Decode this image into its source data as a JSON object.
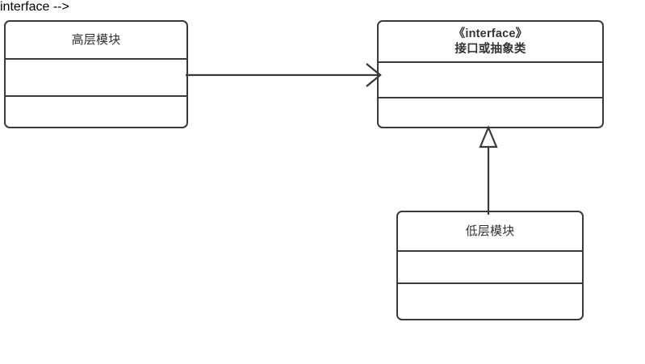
{
  "diagram": {
    "type": "uml-class-diagram",
    "background_color": "#ffffff",
    "stroke_color": "#3a3a3a",
    "text_color": "#333333",
    "classes": [
      {
        "id": "high-level-module",
        "name": "高层模块",
        "stereotype": "",
        "compartments": [
          "",
          ""
        ]
      },
      {
        "id": "interface-or-abstract-class",
        "name": "接口或抽象类",
        "stereotype": "《interface》",
        "compartments": [
          "",
          ""
        ]
      },
      {
        "id": "low-level-module",
        "name": "低层模块",
        "stereotype": "",
        "compartments": [
          "",
          ""
        ]
      }
    ],
    "relationships": [
      {
        "id": "dependency",
        "from": "high-level-module",
        "to": "interface-or-abstract-class",
        "arrow": "open-arrowhead",
        "line": "solid",
        "label": ""
      },
      {
        "id": "realization",
        "from": "low-level-module",
        "to": "interface-or-abstract-class",
        "arrow": "hollow-triangle",
        "line": "solid",
        "label": ""
      }
    ]
  }
}
